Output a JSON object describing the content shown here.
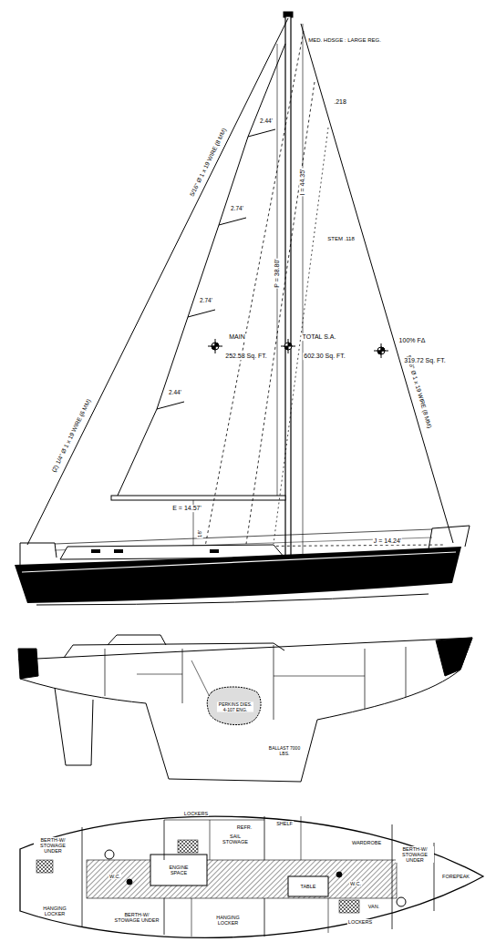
{
  "diagram": {
    "labels": [
      "MED. HDSGE : LARGE REG.",
      ".218",
      "STEM .118",
      "5/16\" Ø 1 x 19 WIRE (8 MM)",
      "5/16\" Ø 1 x 19 WIRE (8 MM)",
      "(2) 1/4\" Ø 1 x 19 WIRE (6 MM)",
      "2.44'",
      "2.74'",
      "2.74'",
      "2.44'",
      "I = 44.35'",
      "P = 38.80'",
      "MAIN",
      "252.58 Sq. FT.",
      "TOTAL S.A.",
      "602.30 Sq. FT.",
      "100% FΔ",
      "319.72 Sq. FT.",
      "E = 14.57'",
      "18'",
      "J = 14.24'",
      "PERKINS DIES. 4-107 ENG.",
      "BALLAST 7000 LBS.",
      "LOCKERS",
      "SAIL STOWAGE",
      "REFR.",
      "SHELF",
      "WARDROBE",
      "BERTH-W/ STOWAGE UNDER",
      "BERTH-W/ STOWAGE UNDER",
      "FOREPEAK",
      "ENGINE SPACE",
      "TABLE",
      "W.C.",
      "W.C.",
      "VAN.",
      "HANGING LOCKER",
      "BERTH-W/ STOWAGE UNDER",
      "HANGING LOCKER",
      "LOCKERS"
    ]
  }
}
